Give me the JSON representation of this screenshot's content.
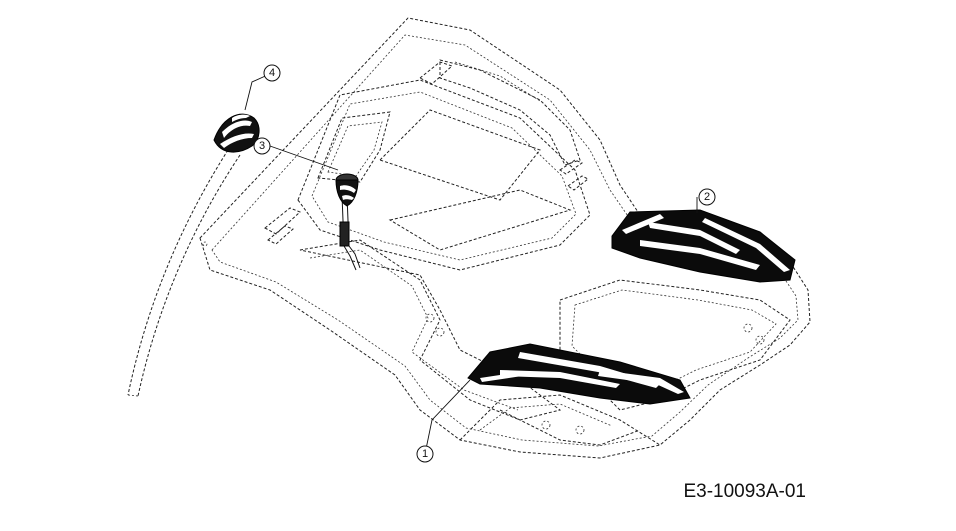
{
  "diagram": {
    "drawing_code": "E3-10093A-01",
    "callouts": [
      {
        "id": "1",
        "label": "1",
        "part": "front-floor-mat"
      },
      {
        "id": "2",
        "label": "2",
        "part": "rear-floor-mat"
      },
      {
        "id": "3",
        "label": "3",
        "part": "shift-lever-knob"
      },
      {
        "id": "4",
        "label": "4",
        "part": "handle-grip"
      }
    ],
    "colors": {
      "line": "#222222",
      "mat": "#0b0b0b",
      "background": "#ffffff"
    }
  }
}
